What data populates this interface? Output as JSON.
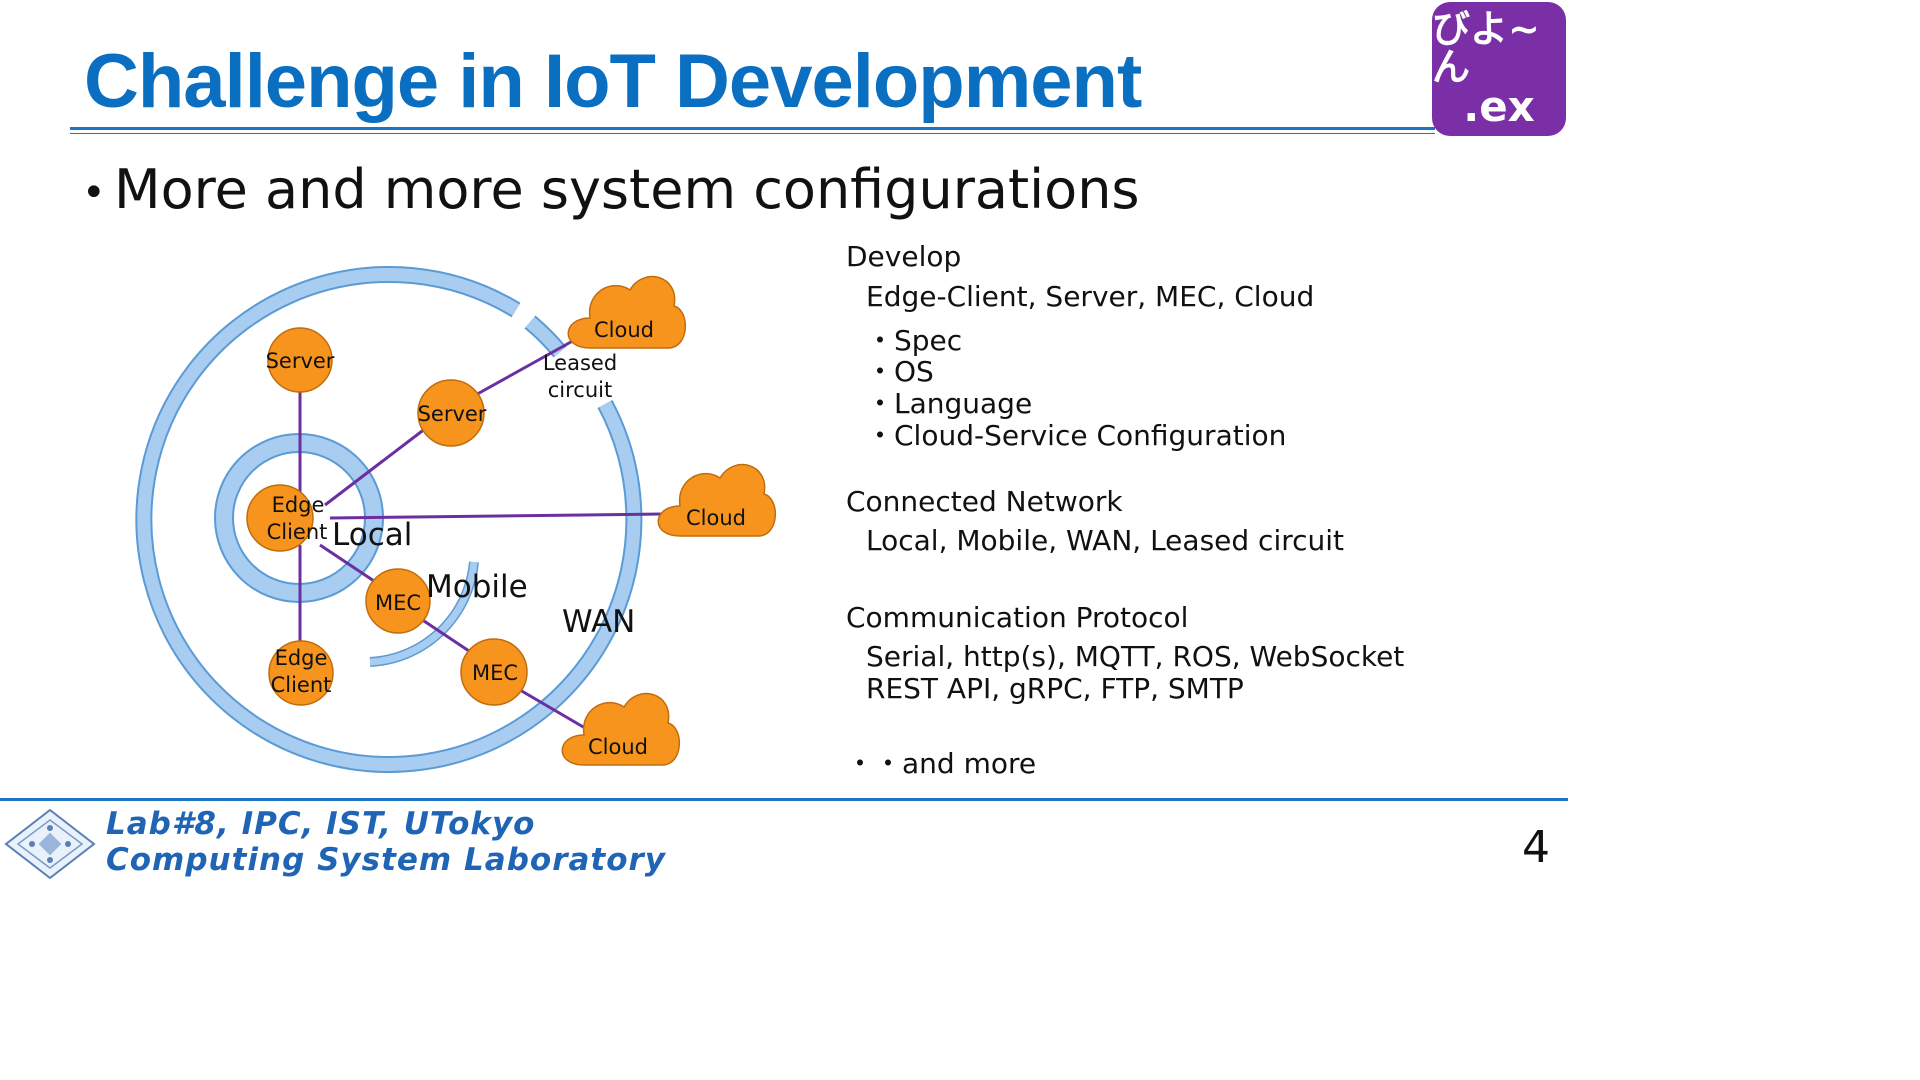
{
  "title": "Challenge in IoT Development",
  "logo": {
    "line1": "びよ~ん",
    "line2": ".ex",
    "color": "#7b2fa6"
  },
  "bullet": "More and more system configurations",
  "diagram": {
    "nodes": {
      "server_top": "Server",
      "server_mid": "Server",
      "edge_client_center_1": "Edge",
      "edge_client_center_2": "Client",
      "edge_client_bottom_1": "Edge",
      "edge_client_bottom_2": "Client",
      "mec_1": "MEC",
      "mec_2": "MEC",
      "cloud_top": "Cloud",
      "cloud_mid": "Cloud",
      "cloud_bottom": "Cloud"
    },
    "labels": {
      "local": "Local",
      "mobile": "Mobile",
      "wan": "WAN",
      "leased_1": "Leased",
      "leased_2": "circuit"
    },
    "colors": {
      "node": "#f7941d",
      "ring": "#a8cdf0",
      "link": "#6b2fa0"
    }
  },
  "info": {
    "develop": {
      "heading": "Develop",
      "targets": "Edge-Client, Server, MEC, Cloud",
      "items": [
        "・Spec",
        "・OS",
        "・Language",
        "・Cloud-Service Configuration"
      ]
    },
    "network": {
      "heading": "Connected Network",
      "value": "Local, Mobile, WAN, Leased circuit"
    },
    "protocol": {
      "heading": "Communication Protocol",
      "line1": "Serial, http(s), MQTT, ROS, WebSocket",
      "line2": "REST API, gRPC, FTP, SMTP"
    },
    "more": "・・and more"
  },
  "footer": {
    "line1": "Lab#8, IPC, IST, UTokyo",
    "line2": "Computing System Laboratory"
  },
  "page_number": "4"
}
